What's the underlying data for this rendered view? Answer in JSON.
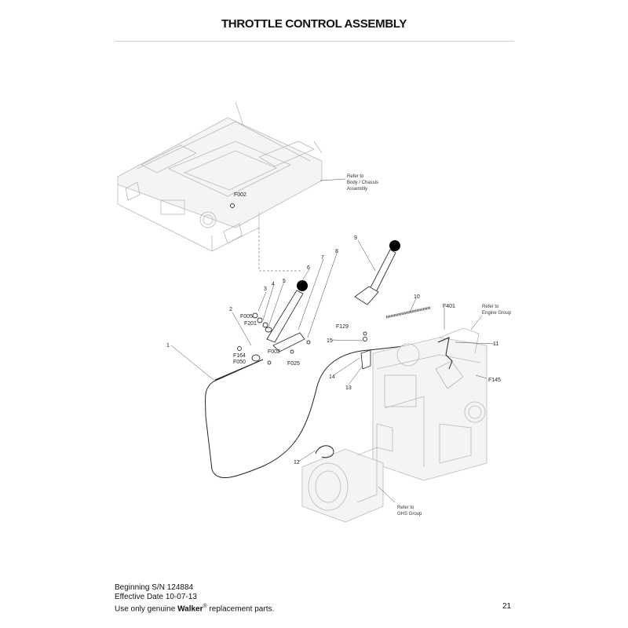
{
  "page": {
    "title": "THROTTLE CONTROL ASSEMBLY",
    "page_number": "21"
  },
  "footer": {
    "line1": "Beginning S/N 124884",
    "line2": "Effective Date 10-07-13",
    "line3_prefix": "Use only genuine ",
    "line3_brand": "Walker",
    "line3_reg": "®",
    "line3_suffix": " replacement parts."
  },
  "callouts": {
    "c1": "1",
    "c2": "2",
    "c3": "3",
    "c4": "4",
    "c5": "5",
    "c6": "6",
    "c7": "7",
    "c8": "8",
    "c9": "9",
    "c10": "10",
    "c11": "11",
    "c12": "12",
    "c13": "13",
    "c14": "14",
    "c15": "15",
    "f002a": "F002",
    "f002b": "F002",
    "f005": "F005",
    "f201": "F201",
    "f164": "F164",
    "f050": "F050",
    "f025": "F025",
    "f129": "F129",
    "f401": "F401",
    "f145": "F145"
  },
  "references": {
    "body": [
      "Refer to",
      "Body / Chassis",
      "Assembly"
    ],
    "engine": [
      "Refer to",
      "Engine Group"
    ],
    "ghs": [
      "Refer to",
      "GHS Group"
    ]
  }
}
